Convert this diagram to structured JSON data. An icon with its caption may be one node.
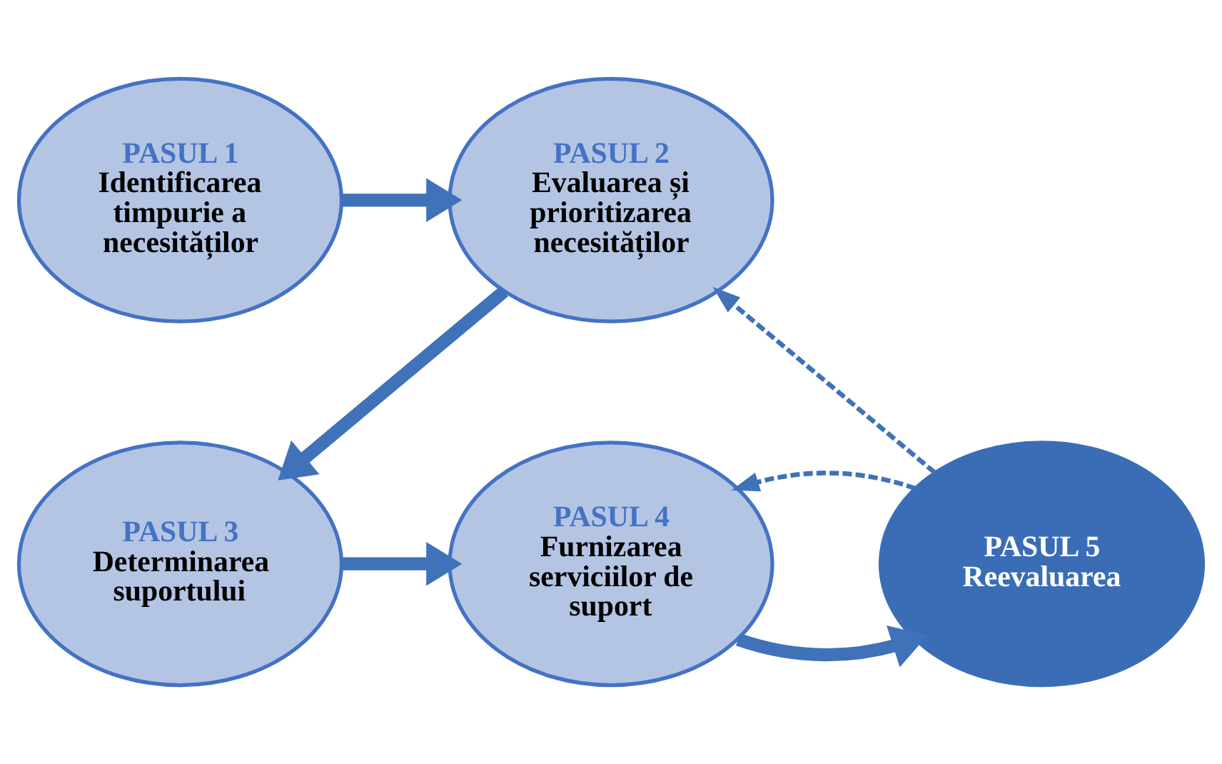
{
  "diagram": {
    "nodes": [
      {
        "text": [
          "PASUL 1",
          "Identificarea timpurie a necesităților"
        ]
      },
      {
        "text": [
          "PASUL 2",
          "Evaluarea și prioritizarea necesităților"
        ]
      },
      {
        "text": [
          "PASUL 3",
          "Determinarea suportului"
        ]
      },
      {
        "text": [
          "PASUL 4",
          "Furnizarea serviciilor de suport"
        ]
      },
      {
        "text": [
          "PASUL 5",
          "Reevaluarea"
        ]
      }
    ],
    "edges": [
      {
        "from": 0,
        "to": 1,
        "arrow": "to"
      },
      {
        "from": 1,
        "to": 2,
        "arrow": "to"
      },
      {
        "from": 2,
        "to": 3,
        "arrow": "to"
      },
      {
        "from": 3,
        "to": 4,
        "arrow": "to"
      },
      {
        "from": 4,
        "to": 1,
        "arrow": "to",
        "style": "dashed"
      },
      {
        "from": 4,
        "to": 3,
        "arrow": "to",
        "style": "dashed"
      }
    ]
  }
}
